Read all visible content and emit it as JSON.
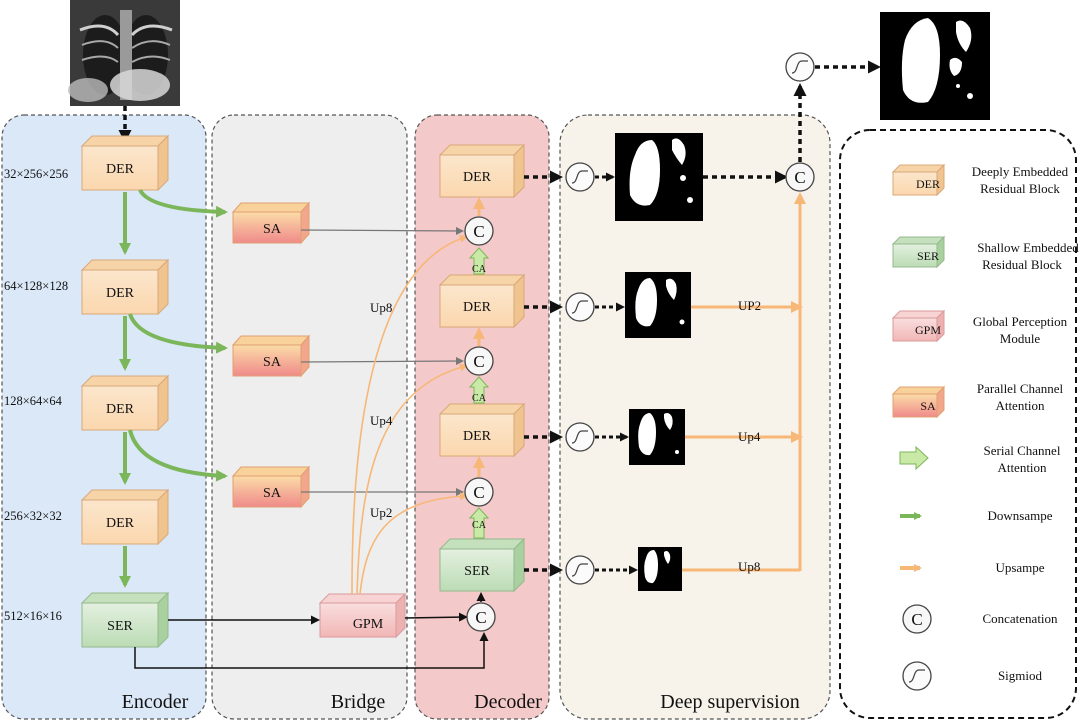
{
  "sections": {
    "encoder": "Encoder",
    "bridge": "Bridge",
    "decoder": "Decoder",
    "deep_supervision": "Deep supervision"
  },
  "encoder": {
    "dims": [
      "32×256×256",
      "64×128×128",
      "128×64×64",
      "256×32×32",
      "512×16×16"
    ],
    "blocks": [
      "DER",
      "DER",
      "DER",
      "DER",
      "SER"
    ]
  },
  "bridge": {
    "sa_blocks": [
      "SA",
      "SA",
      "SA"
    ],
    "gpm": "GPM",
    "up_labels": [
      "Up8",
      "Up4",
      "Up2"
    ]
  },
  "decoder": {
    "blocks": [
      "DER",
      "DER",
      "DER",
      "SER"
    ],
    "concat": "C",
    "ca": "CA"
  },
  "deep_supervision": {
    "up_labels": [
      "UP2",
      "Up4",
      "Up8"
    ],
    "concat": "C"
  },
  "legend": [
    {
      "key": "DER",
      "label": "Deeply Embedded Residual Block"
    },
    {
      "key": "SER",
      "label": "Shallow Embedded Residual Block"
    },
    {
      "key": "GPM",
      "label": "Global Perception Module"
    },
    {
      "key": "SA",
      "label": "Parallel Channel Attention"
    },
    {
      "key": "serial",
      "label": "Serial Channel Attention"
    },
    {
      "key": "down",
      "label": "Downsampe"
    },
    {
      "key": "up",
      "label": "Upsampe"
    },
    {
      "key": "concat",
      "label": "Concatenation",
      "symbol": "C"
    },
    {
      "key": "sigmoid",
      "label": "Sigmiod"
    }
  ],
  "colors": {
    "encoder_bg": "#dbe8f8",
    "bridge_bg": "#eeeeee",
    "decoder_bg": "#f4c9c9",
    "deep_bg": "#f8f3ea",
    "der": "#fde2c0",
    "ser": "#cfe6cb",
    "gpm": "#f6c6c6",
    "down_arrow": "#7cb65a",
    "up_arrow": "#f7b777"
  }
}
